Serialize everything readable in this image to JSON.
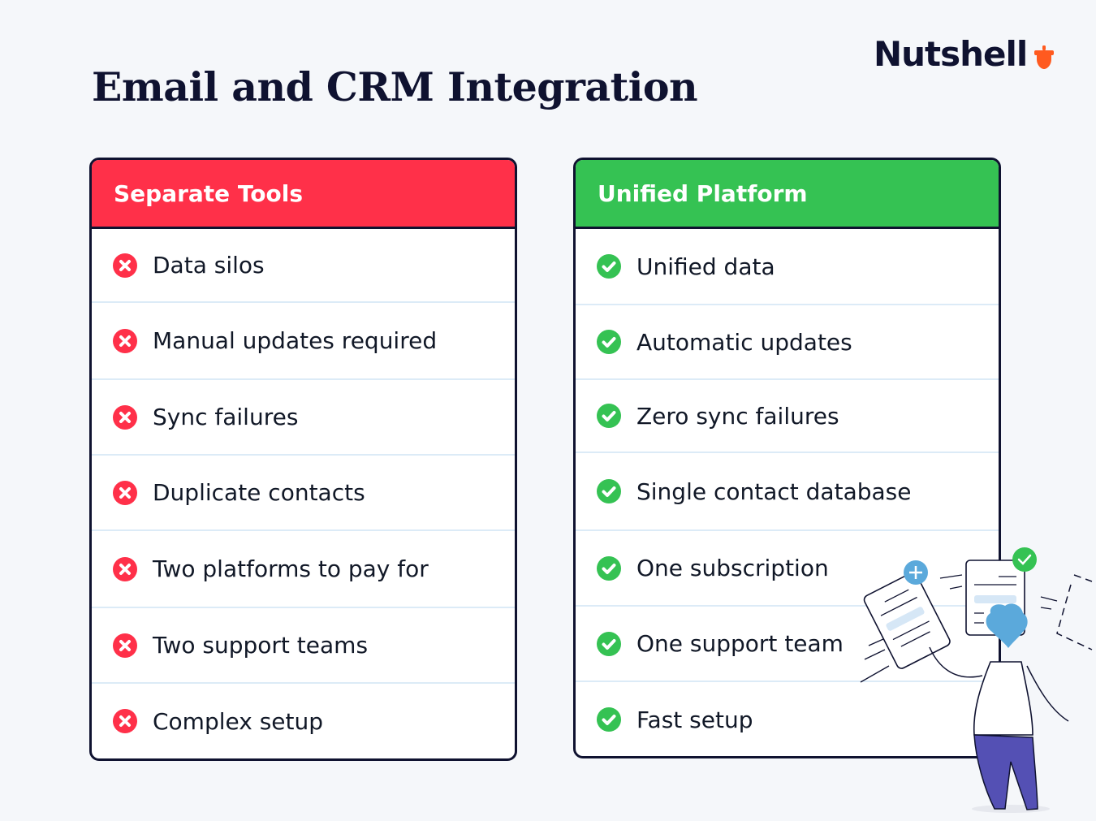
{
  "page": {
    "title": "Email and CRM Integration",
    "logo_text": "Nutshell",
    "colors": {
      "negative": "#ff3049",
      "positive": "#35c253",
      "ink": "#0f1230",
      "brand_orange": "#ff5a1f",
      "background": "#f5f7fa"
    }
  },
  "left_card": {
    "header": "Separate Tools",
    "icon": "x-circle-icon",
    "items": [
      "Data silos",
      "Manual updates required",
      "Sync failures",
      "Duplicate contacts",
      "Two platforms to pay for",
      "Two support teams",
      "Complex setup"
    ]
  },
  "right_card": {
    "header": "Unified Platform",
    "icon": "check-circle-icon",
    "items": [
      "Unified data",
      "Automatic updates",
      "Zero sync failures",
      "Single contact database",
      "One subscription",
      "One support team",
      "Fast setup"
    ]
  },
  "illustration": {
    "description": "person-juggling-documents",
    "badges": [
      "plus-badge-icon",
      "check-badge-icon"
    ]
  }
}
